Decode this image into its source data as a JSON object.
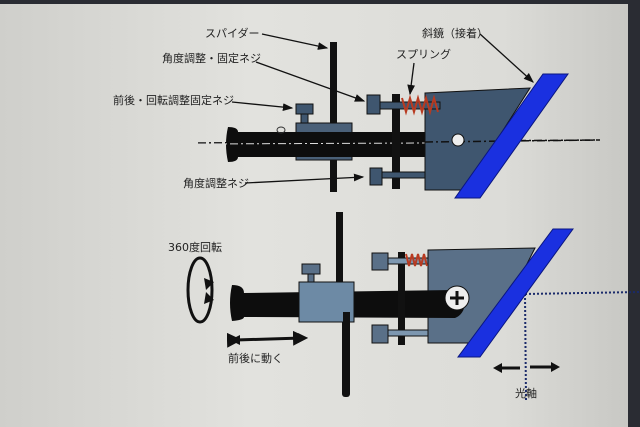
{
  "labels": {
    "spider": "スパイダー",
    "angle_fix_screw": "角度調整・固定ネジ",
    "front_rot_screw": "前後・回転調整固定ネジ",
    "angle_screw": "角度調整ネジ",
    "spring": "スプリング",
    "diagonal_mirror": "斜鏡（接着）",
    "rotate_360": "360度回転",
    "move_front_back": "前後に動く",
    "optical_axis": "光軸"
  },
  "colors": {
    "mirror": "#1a30e0",
    "holder": "#3f566f",
    "block": "#6d8aa5",
    "spring": "#b83a20"
  }
}
